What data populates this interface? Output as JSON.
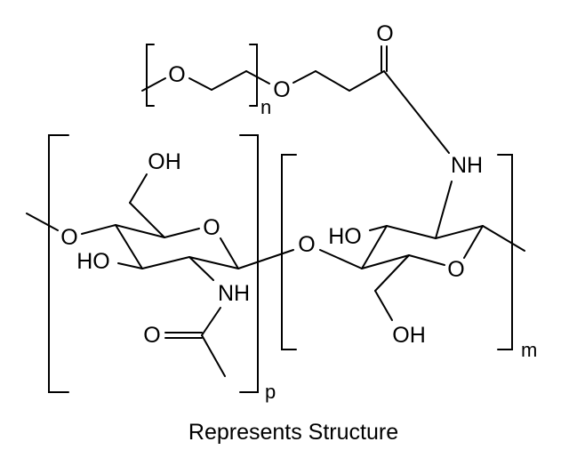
{
  "caption": "Represents Structure",
  "labels": {
    "peg_o1": "O",
    "peg_o2": "O",
    "carbonyl_top_o": "O",
    "peg_repeat": "n",
    "amide_nh_right": "NH",
    "left_link_o": "O",
    "left_ring_o": "O",
    "left_ch2_oh": "OH",
    "left_ho": "HO",
    "left_nh": "NH",
    "acetyl_o": "O",
    "glycosidic_o": "O",
    "right_ho": "HO",
    "right_ring_o": "O",
    "right_ch2_oh": "OH",
    "repeat_p": "p",
    "repeat_m": "m"
  }
}
